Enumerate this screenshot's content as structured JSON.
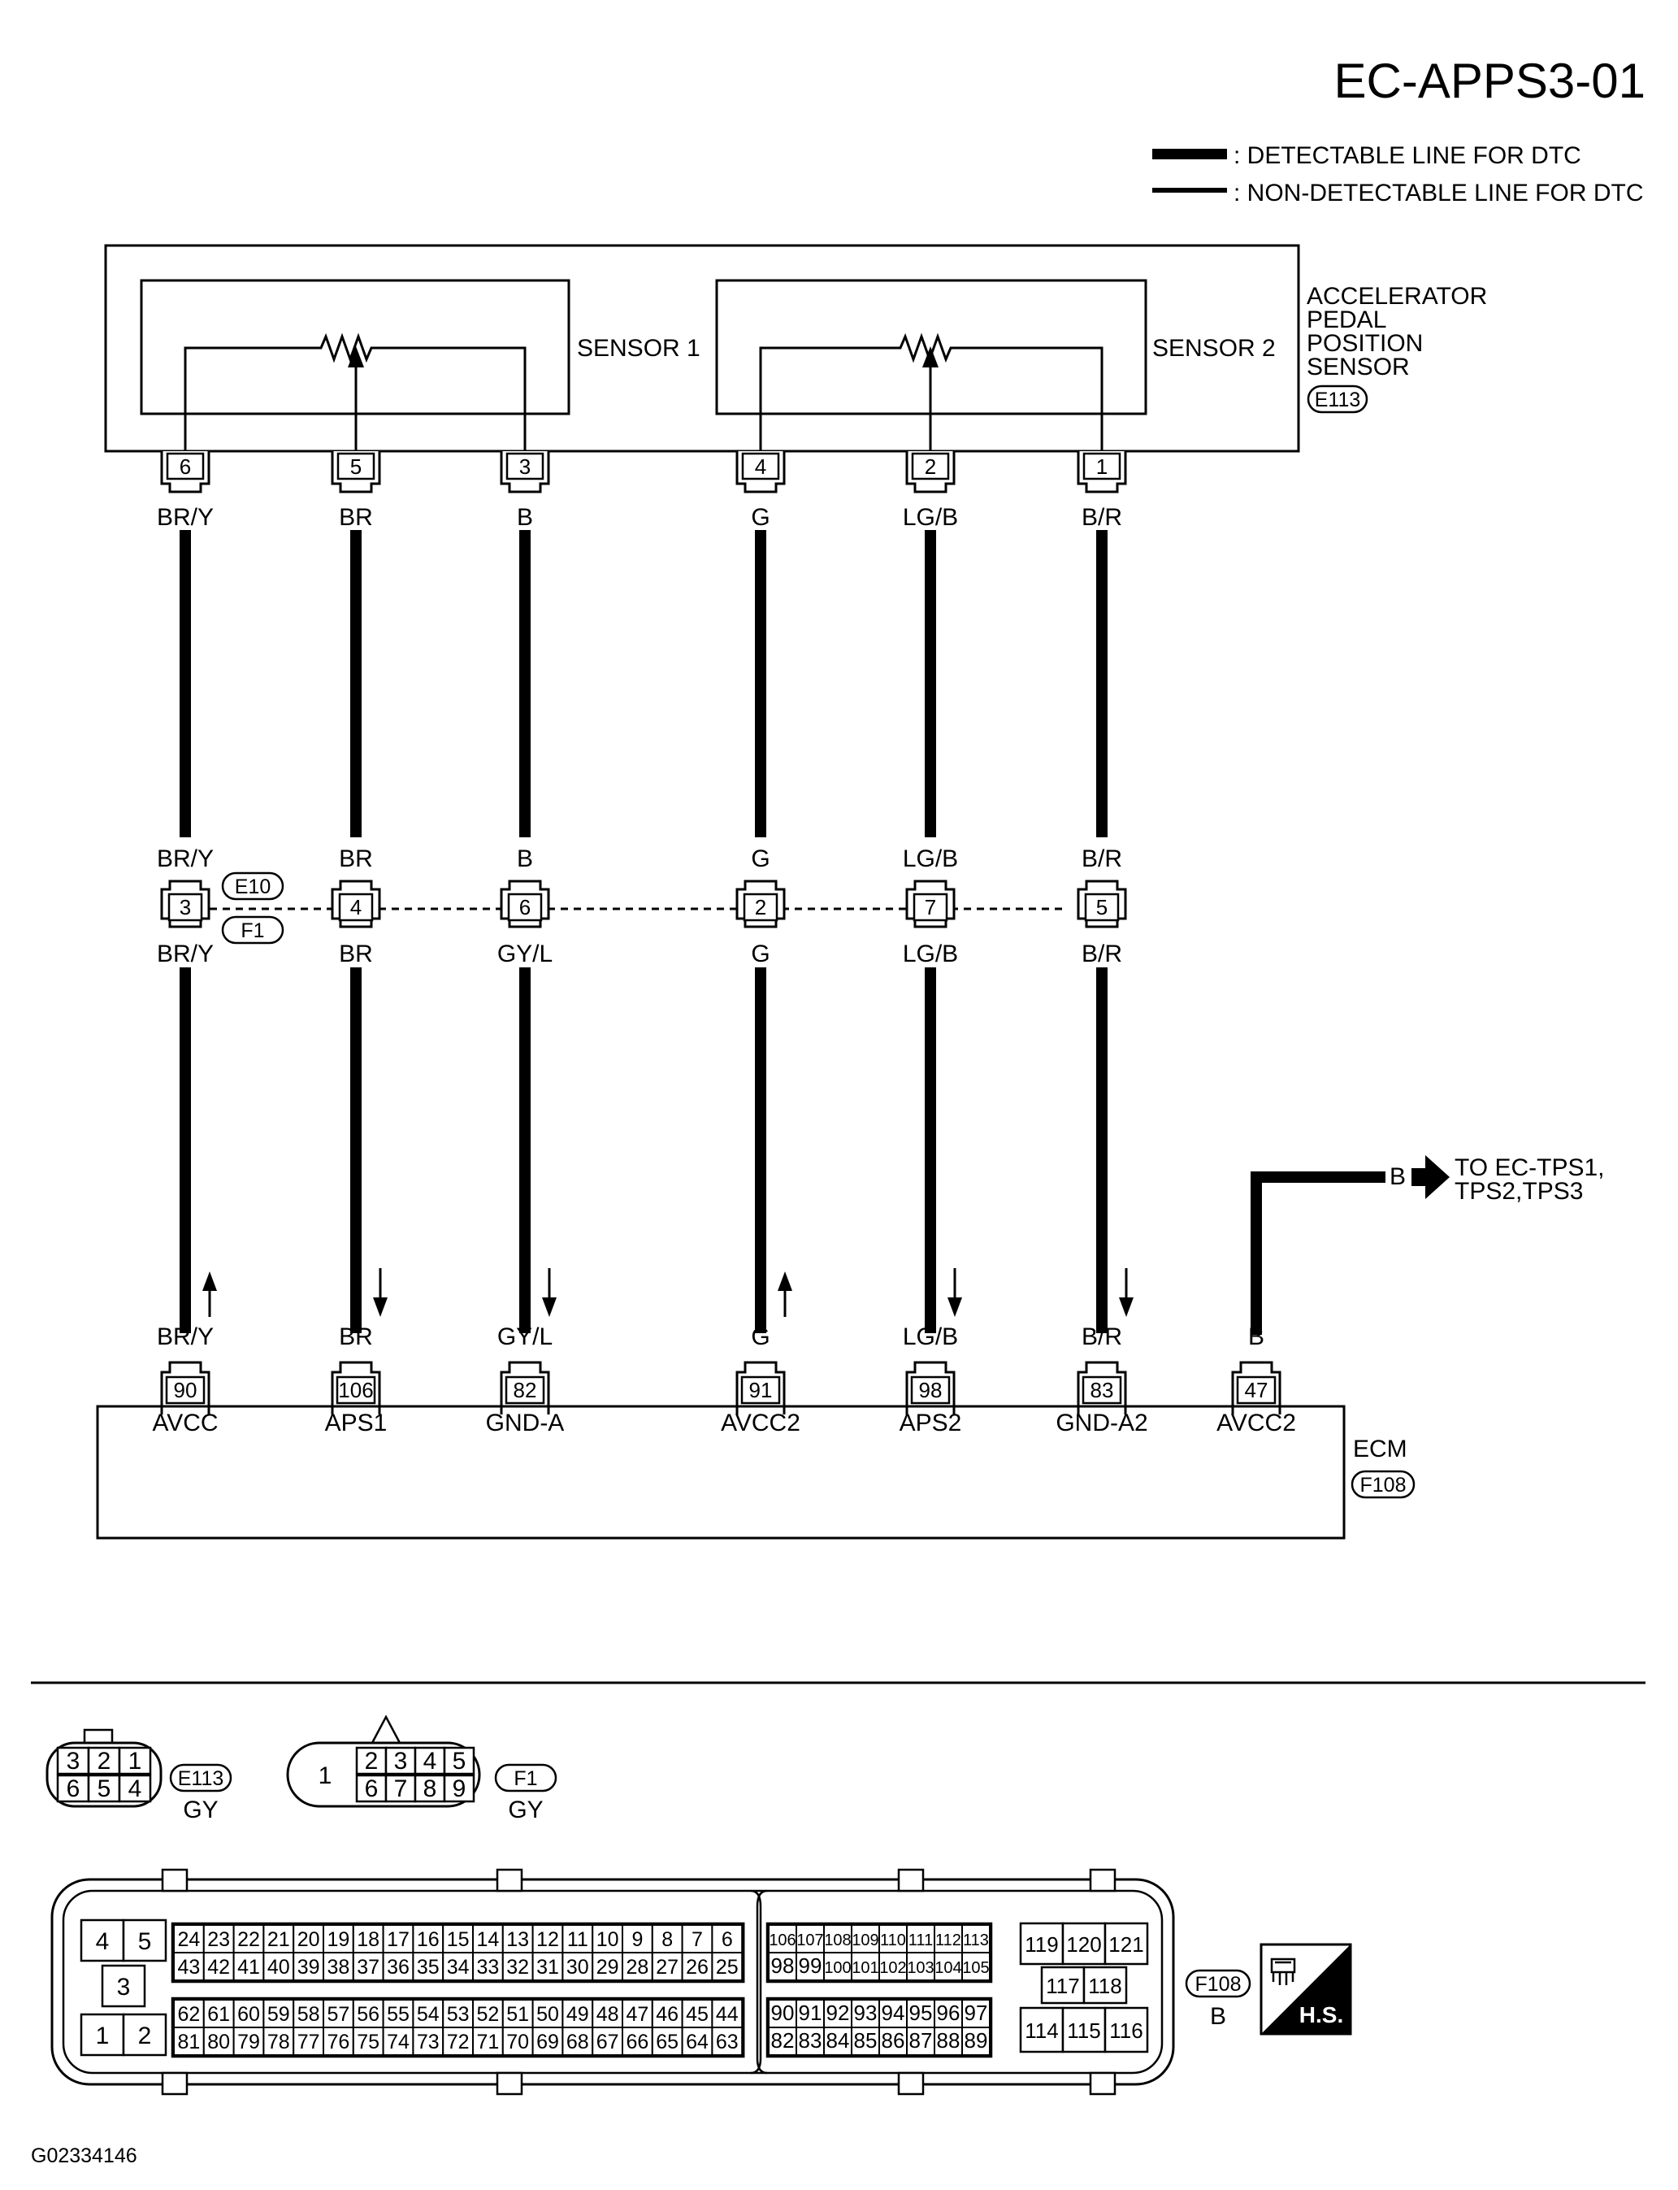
{
  "title": "EC-APPS3-01",
  "legend": {
    "detectable": ": DETECTABLE LINE FOR DTC",
    "non_detectable": ": NON-DETECTABLE LINE FOR DTC"
  },
  "sensor": {
    "name_lines": [
      "ACCELERATOR",
      "PEDAL",
      "POSITION",
      "SENSOR"
    ],
    "connector": "E113",
    "sensor1_label": "SENSOR 1",
    "sensor2_label": "SENSOR 2"
  },
  "joint": {
    "connector_top": "E10",
    "connector_bottom": "F1"
  },
  "wires": [
    {
      "sensor_pin": "6",
      "color_top": "BR/Y",
      "joint_pin": "3",
      "color_bottom": "BR/Y",
      "ecm_pin": "90",
      "ecm_label": "AVCC",
      "arrow": "up"
    },
    {
      "sensor_pin": "5",
      "color_top": "BR",
      "joint_pin": "4",
      "color_bottom": "BR",
      "ecm_pin": "106",
      "ecm_label": "APS1",
      "arrow": "down"
    },
    {
      "sensor_pin": "3",
      "color_top": "B",
      "joint_pin": "6",
      "color_bottom": "GY/L",
      "ecm_pin": "82",
      "ecm_label": "GND-A",
      "arrow": "down"
    },
    {
      "sensor_pin": "4",
      "color_top": "G",
      "joint_pin": "2",
      "color_bottom": "G",
      "ecm_pin": "91",
      "ecm_label": "AVCC2",
      "arrow": "up"
    },
    {
      "sensor_pin": "2",
      "color_top": "LG/B",
      "joint_pin": "7",
      "color_bottom": "LG/B",
      "ecm_pin": "98",
      "ecm_label": "APS2",
      "arrow": "down"
    },
    {
      "sensor_pin": "1",
      "color_top": "B/R",
      "joint_pin": "5",
      "color_bottom": "B/R",
      "ecm_pin": "83",
      "ecm_label": "GND-A2",
      "arrow": "down"
    }
  ],
  "extra_wire": {
    "color": "B",
    "ecm_pin": "47",
    "ecm_label": "AVCC2",
    "dest_line1": "TO EC-TPS1,",
    "dest_line2": "TPS2,TPS3"
  },
  "ecm": {
    "name": "ECM",
    "connector": "F108"
  },
  "connector_views": {
    "e113": {
      "id": "E113",
      "color": "GY",
      "top": [
        "3",
        "2",
        "1"
      ],
      "bottom": [
        "6",
        "5",
        "4"
      ]
    },
    "f1": {
      "id": "F1",
      "color": "GY",
      "left": "1",
      "top": [
        "2",
        "3",
        "4",
        "5"
      ],
      "bottom": [
        "6",
        "7",
        "8",
        "9"
      ]
    },
    "f108": {
      "id": "F108",
      "color": "B",
      "left_block": [
        "4",
        "5",
        "3",
        "1",
        "2"
      ],
      "upper_row1": [
        "24",
        "23",
        "22",
        "21",
        "20",
        "19",
        "18",
        "17",
        "16",
        "15",
        "14",
        "13",
        "12",
        "11",
        "10",
        "9",
        "8",
        "7",
        "6"
      ],
      "upper_row2": [
        "43",
        "42",
        "41",
        "40",
        "39",
        "38",
        "37",
        "36",
        "35",
        "34",
        "33",
        "32",
        "31",
        "30",
        "29",
        "28",
        "27",
        "26",
        "25"
      ],
      "lower_row1": [
        "62",
        "61",
        "60",
        "59",
        "58",
        "57",
        "56",
        "55",
        "54",
        "53",
        "52",
        "51",
        "50",
        "49",
        "48",
        "47",
        "46",
        "45",
        "44"
      ],
      "lower_row2": [
        "81",
        "80",
        "79",
        "78",
        "77",
        "76",
        "75",
        "74",
        "73",
        "72",
        "71",
        "70",
        "69",
        "68",
        "67",
        "66",
        "65",
        "64",
        "63"
      ],
      "mid_upper_row1": [
        "106",
        "107",
        "108",
        "109",
        "110",
        "111",
        "112",
        "113"
      ],
      "mid_upper_row2": [
        "98",
        "99",
        "100",
        "101",
        "102",
        "103",
        "104",
        "105"
      ],
      "mid_lower_row1": [
        "90",
        "91",
        "92",
        "93",
        "94",
        "95",
        "96",
        "97"
      ],
      "mid_lower_row2": [
        "82",
        "83",
        "84",
        "85",
        "86",
        "87",
        "88",
        "89"
      ],
      "right_top": [
        "119",
        "120",
        "121"
      ],
      "right_mid": [
        "117",
        "118"
      ],
      "right_bottom": [
        "114",
        "115",
        "116"
      ]
    }
  },
  "hs_label": "H.S.",
  "figure_id": "G02334146"
}
